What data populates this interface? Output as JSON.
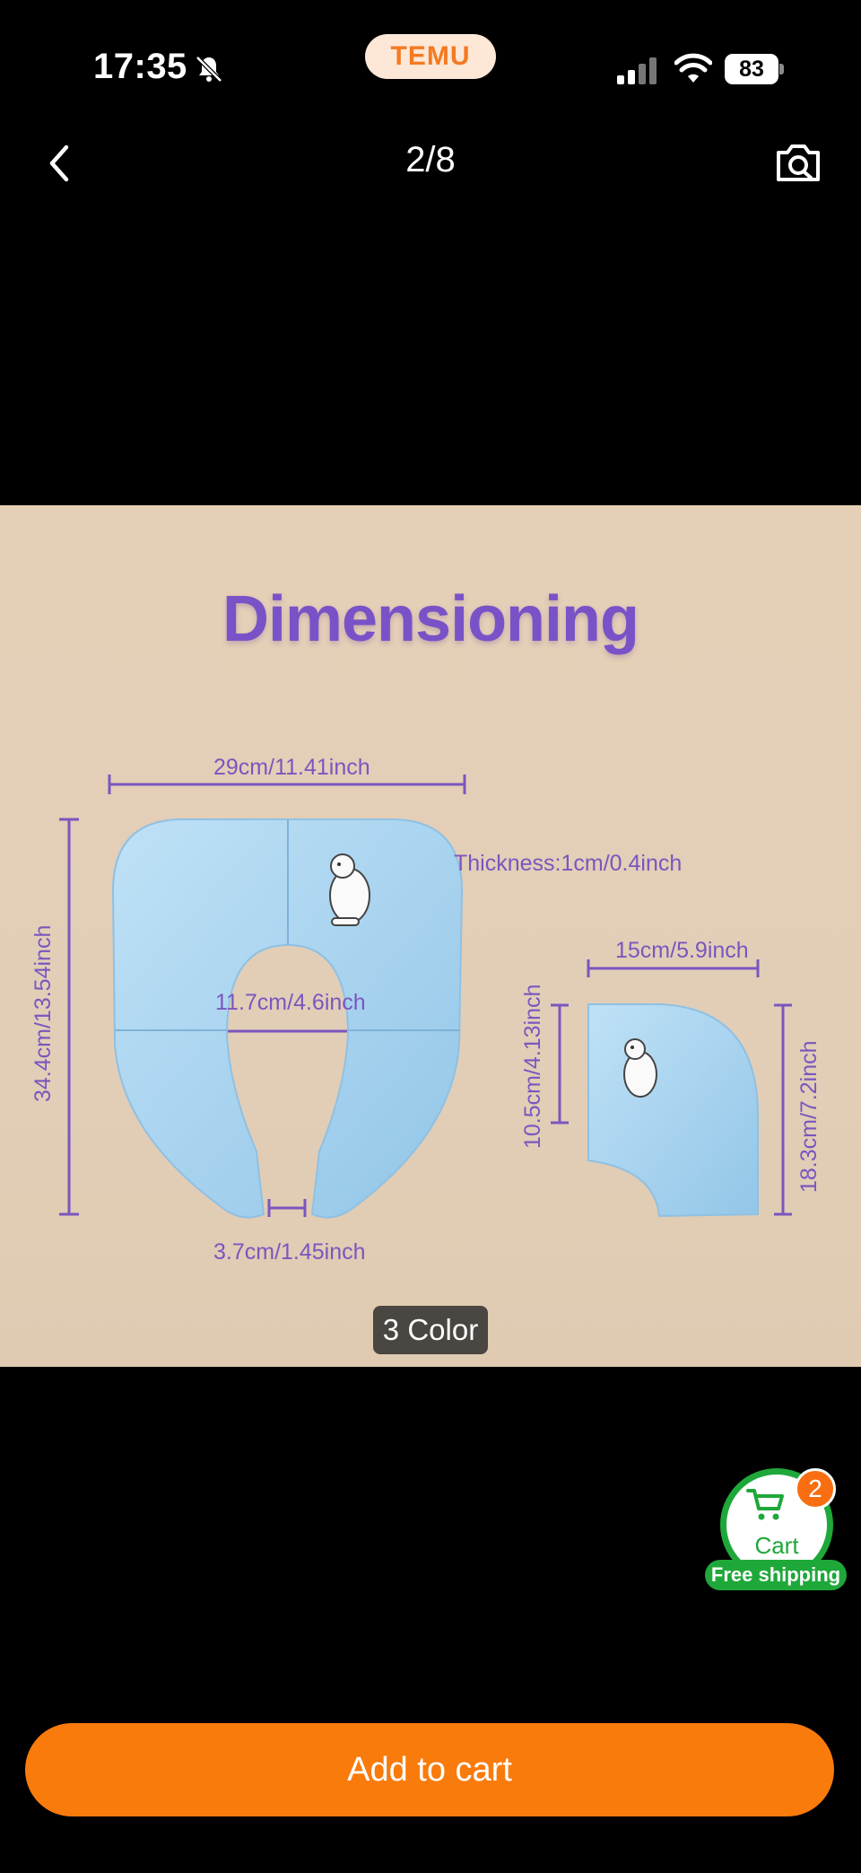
{
  "status_bar": {
    "time": "17:35",
    "brand": "TEMU",
    "battery": "83",
    "icons": [
      "bell-slash-icon",
      "signal-icon",
      "wifi-icon",
      "battery-icon"
    ]
  },
  "nav": {
    "counter": "2/8",
    "back_icon": "chevron-left-icon",
    "search_icon": "camera-search-icon"
  },
  "product_image": {
    "title": "Dimensioning",
    "labels": {
      "width": "29cm/11.41inch",
      "height": "34.4cm/13.54inch",
      "thickness": "Thickness:1cm/0.4inch",
      "inner_width": "11.7cm/4.6inch",
      "gap": "3.7cm/1.45inch",
      "folded_width": "15cm/5.9inch",
      "folded_inner_height": "10.5cm/4.13inch",
      "folded_height": "18.3cm/7.2inch"
    },
    "color_badge": "3 Color",
    "colors": {
      "background": "#e3ceb6",
      "accent": "#7a52c7",
      "seat": "#a9d5f0"
    }
  },
  "cart": {
    "label": "Cart",
    "count": "2",
    "shipping": "Free shipping",
    "color": "#1fa83a"
  },
  "add_to_cart": {
    "label": "Add to cart",
    "color": "#f97b0c"
  }
}
